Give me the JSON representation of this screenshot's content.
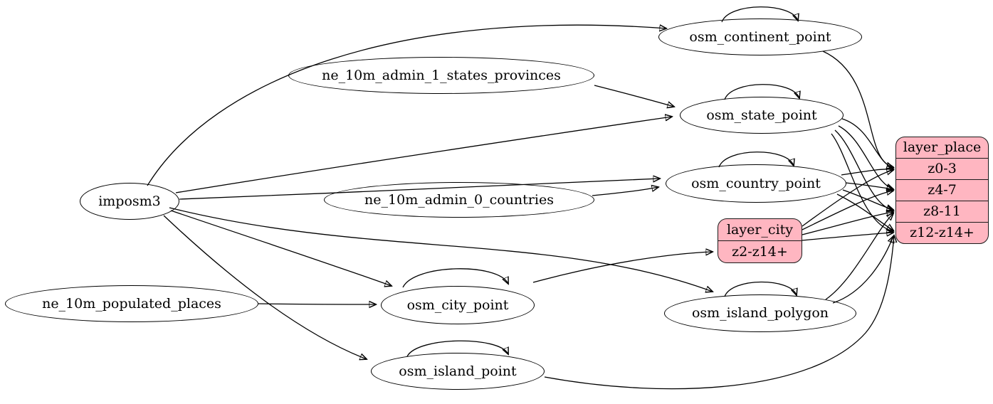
{
  "diagram": {
    "type": "etl-graph",
    "nodes": {
      "imposm3": {
        "label": "imposm3"
      },
      "ne_10m_admin_1_states_provinces": {
        "label": "ne_10m_admin_1_states_provinces"
      },
      "ne_10m_admin_0_countries": {
        "label": "ne_10m_admin_0_countries"
      },
      "ne_10m_populated_places": {
        "label": "ne_10m_populated_places"
      },
      "osm_continent_point": {
        "label": "osm_continent_point"
      },
      "osm_state_point": {
        "label": "osm_state_point"
      },
      "osm_country_point": {
        "label": "osm_country_point"
      },
      "osm_city_point": {
        "label": "osm_city_point"
      },
      "osm_island_polygon": {
        "label": "osm_island_polygon"
      },
      "osm_island_point": {
        "label": "osm_island_point"
      }
    },
    "records": {
      "layer_city": {
        "title": "layer_city",
        "rows": [
          "z2-z14+"
        ]
      },
      "layer_place": {
        "title": "layer_place",
        "rows": [
          "z0-3",
          "z4-7",
          "z8-11",
          "z12-z14+"
        ]
      }
    },
    "edges": [
      {
        "from": "imposm3",
        "to": "osm_continent_point"
      },
      {
        "from": "imposm3",
        "to": "osm_state_point"
      },
      {
        "from": "imposm3",
        "to": "osm_country_point"
      },
      {
        "from": "imposm3",
        "to": "osm_city_point"
      },
      {
        "from": "imposm3",
        "to": "osm_island_polygon"
      },
      {
        "from": "imposm3",
        "to": "osm_island_point"
      },
      {
        "from": "ne_10m_admin_1_states_provinces",
        "to": "osm_state_point"
      },
      {
        "from": "ne_10m_admin_0_countries",
        "to": "osm_country_point"
      },
      {
        "from": "ne_10m_populated_places",
        "to": "osm_city_point"
      },
      {
        "from": "osm_continent_point",
        "to": "osm_continent_point"
      },
      {
        "from": "osm_state_point",
        "to": "osm_state_point"
      },
      {
        "from": "osm_country_point",
        "to": "osm_country_point"
      },
      {
        "from": "osm_city_point",
        "to": "osm_city_point"
      },
      {
        "from": "osm_island_polygon",
        "to": "osm_island_polygon"
      },
      {
        "from": "osm_island_point",
        "to": "osm_island_point"
      },
      {
        "from": "osm_continent_point",
        "to": "layer_place:z0-3"
      },
      {
        "from": "osm_state_point",
        "to": "layer_place:z0-3"
      },
      {
        "from": "osm_state_point",
        "to": "layer_place:z4-7"
      },
      {
        "from": "osm_state_point",
        "to": "layer_place:z8-11"
      },
      {
        "from": "osm_state_point",
        "to": "layer_place:z12-z14+"
      },
      {
        "from": "osm_country_point",
        "to": "layer_place:z0-3"
      },
      {
        "from": "osm_country_point",
        "to": "layer_place:z4-7"
      },
      {
        "from": "osm_country_point",
        "to": "layer_place:z8-11"
      },
      {
        "from": "osm_country_point",
        "to": "layer_place:z12-z14+"
      },
      {
        "from": "osm_island_polygon",
        "to": "layer_place:z8-11"
      },
      {
        "from": "osm_island_polygon",
        "to": "layer_place:z12-z14+"
      },
      {
        "from": "osm_island_point",
        "to": "layer_place:z12-z14+"
      },
      {
        "from": "osm_city_point",
        "to": "layer_city:z2-z14+"
      },
      {
        "from": "layer_city",
        "to": "layer_place:z0-3"
      },
      {
        "from": "layer_city",
        "to": "layer_place:z4-7"
      },
      {
        "from": "layer_city",
        "to": "layer_place:z8-11"
      },
      {
        "from": "layer_city",
        "to": "layer_place:z12-z14+"
      }
    ],
    "colors": {
      "record_fill": "#ffb6c1",
      "node_fill": "#ffffff",
      "edge": "#000000",
      "background": "#ffffff"
    }
  }
}
